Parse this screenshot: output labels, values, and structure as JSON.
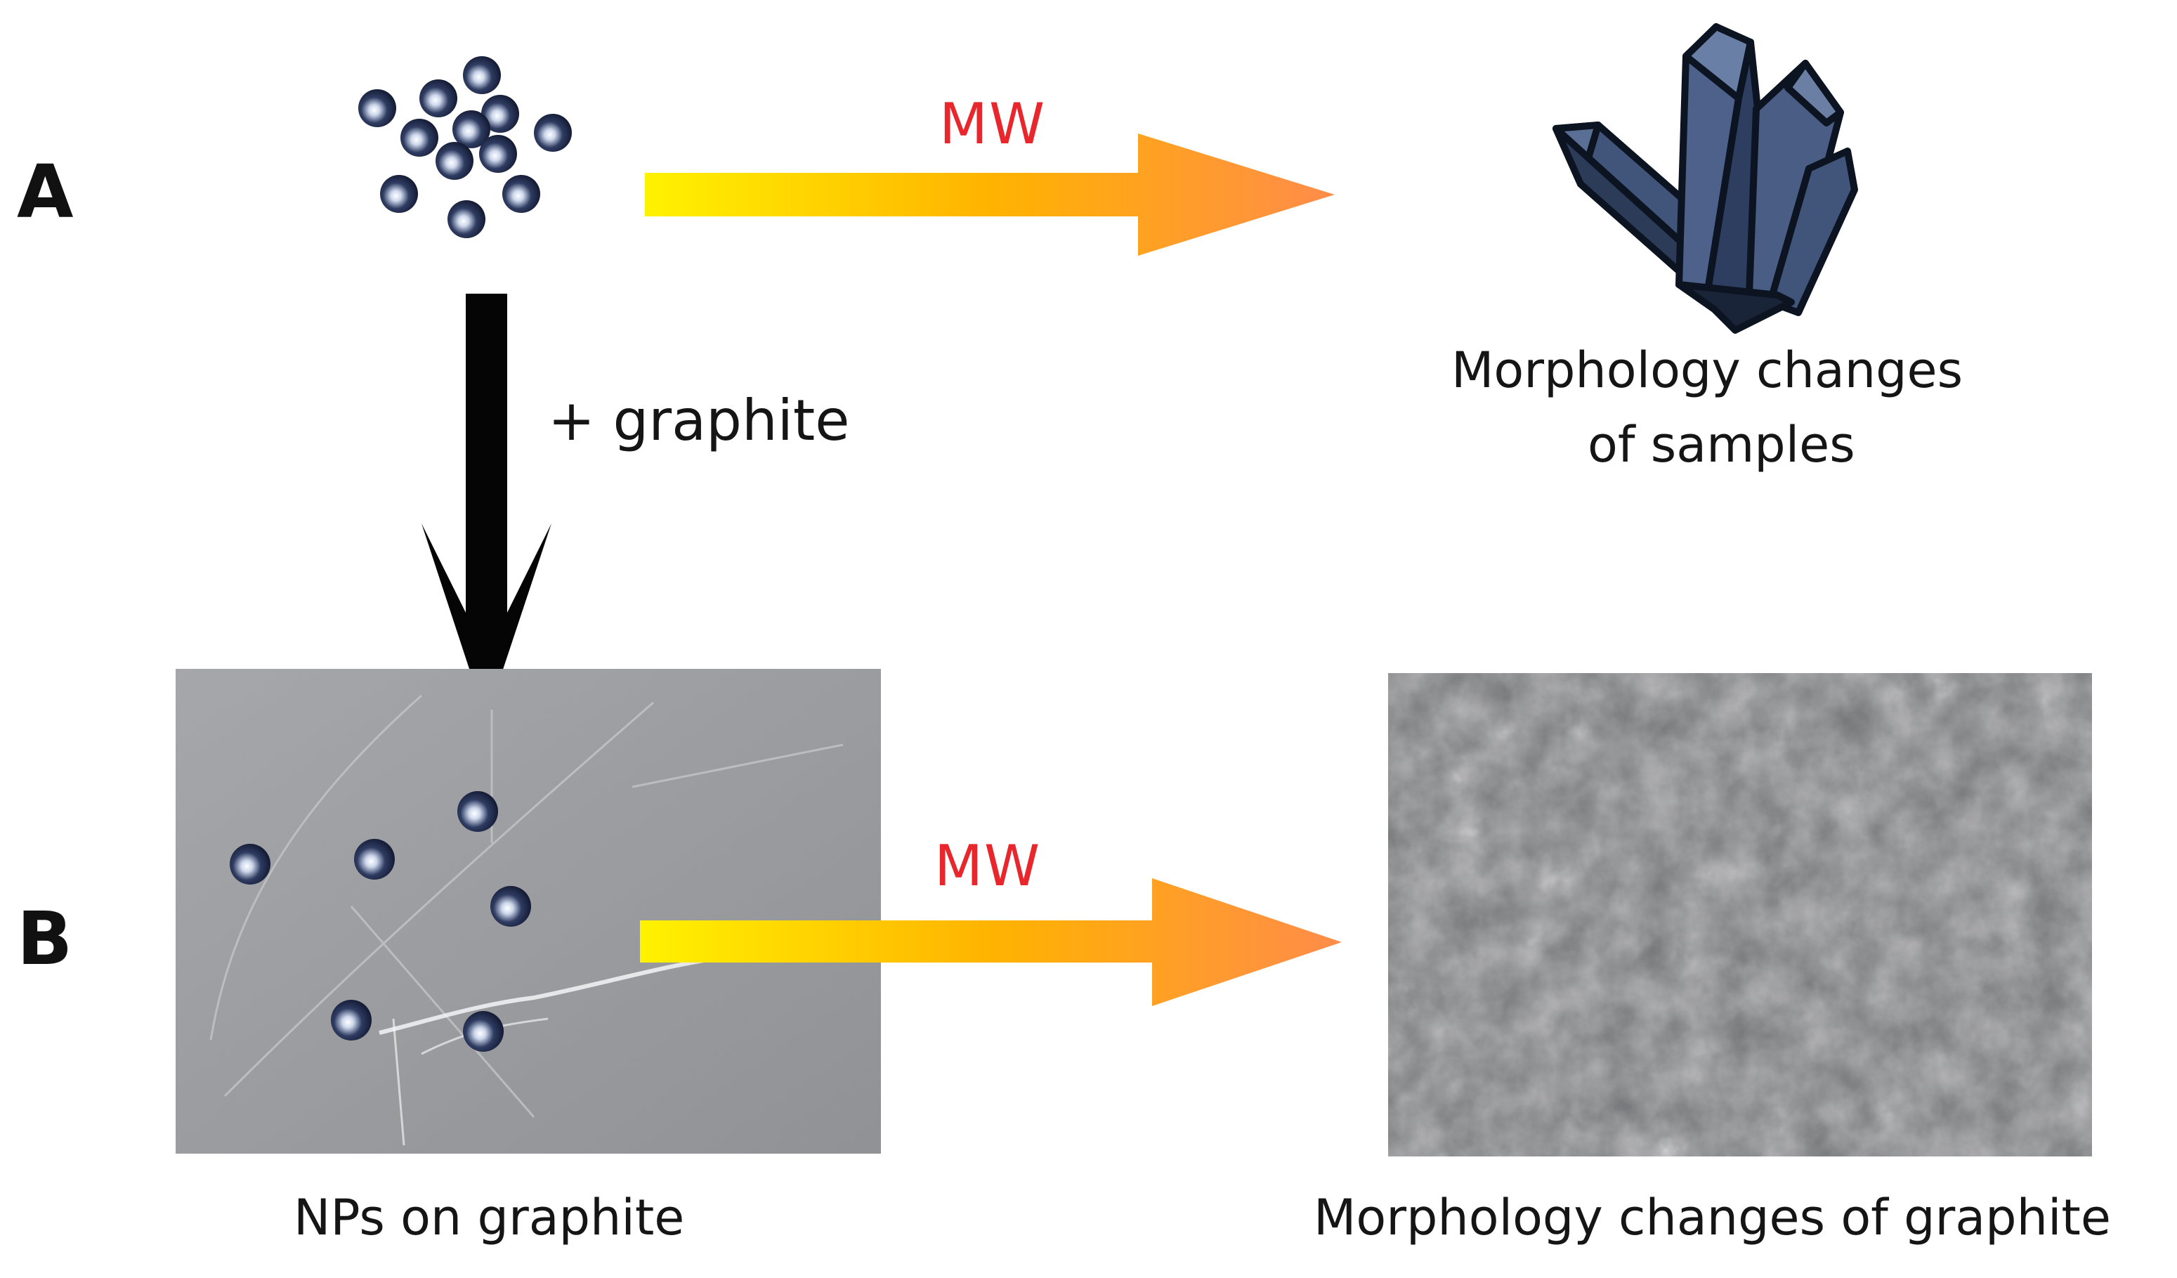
{
  "panels": {
    "a_label": "A",
    "b_label": "B"
  },
  "process": {
    "mw_top": "MW",
    "mw_bottom": "MW",
    "plus_graphite": "+ graphite"
  },
  "captions": {
    "crystal": "Morphology changes of  samples",
    "crystal_line1": "Morphology changes",
    "crystal_line2": "of  samples",
    "np_on_graphite": "NPs on graphite",
    "graphite_morphology": "Morphology changes of graphite"
  },
  "colors": {
    "mw_text": "#e8262b",
    "arrow_gradient_start": "#fff000",
    "arrow_gradient_mid": "#ffb200",
    "arrow_gradient_end": "#ff8a45",
    "nanoparticle": "#1b2340",
    "crystal_face": "#3f5272",
    "crystal_outline": "#0c1422",
    "graphite_panel": "#9b9c9f",
    "sem_panel": "#77787b"
  },
  "icons": {
    "nanoparticle": "sphere-nanoparticle-icon",
    "crystal": "crystal-cluster-icon"
  }
}
